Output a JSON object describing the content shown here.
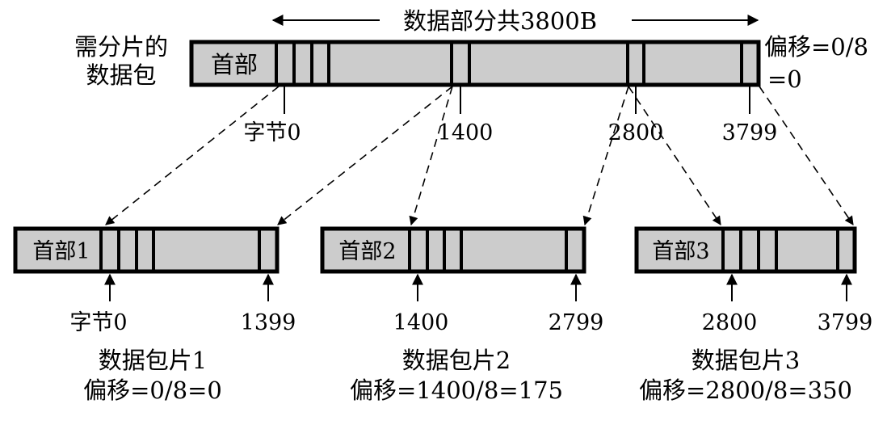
{
  "top": {
    "total_label": "数据部分共3800B",
    "packet_label_line1": "需分片的",
    "packet_label_line2": "数据包",
    "header_label": "首部",
    "offset_line1": "偏移=0/8",
    "offset_line2": "=0",
    "byte_labels": [
      "字节0",
      "1400",
      "2800",
      "3799"
    ]
  },
  "fragments": [
    {
      "header_label": "首部1",
      "start_label": "字节0",
      "end_label": "1399",
      "name_label": "数据包片1",
      "offset_label": "偏移=0/8=0"
    },
    {
      "header_label": "首部2",
      "start_label": "1400",
      "end_label": "2799",
      "name_label": "数据包片2",
      "offset_label": "偏移=1400/8=175"
    },
    {
      "header_label": "首部3",
      "start_label": "2800",
      "end_label": "3799",
      "name_label": "数据包片3",
      "offset_label": "偏移=2800/8=350"
    }
  ]
}
